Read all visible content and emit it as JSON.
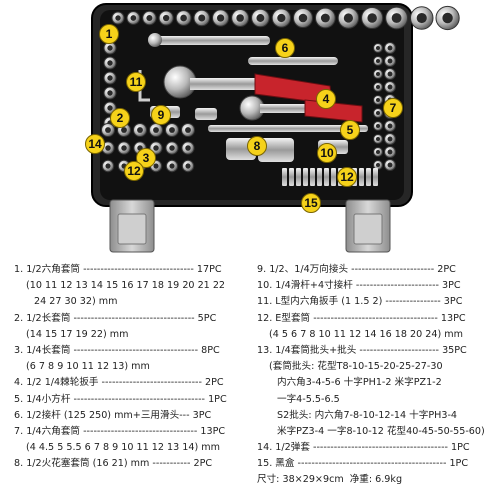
{
  "photo_labels": [
    "1",
    "2",
    "3",
    "4",
    "5",
    "6",
    "7",
    "8",
    "9",
    "10",
    "11",
    "12",
    "12",
    "14",
    "15"
  ],
  "list_left": [
    {
      "type": "item",
      "text": "1. 1/2六角套筒 -------------------------------- 17PC"
    },
    {
      "type": "sub",
      "text": "(10 11 12 13 14 15 16 17 18 19 20 21 22"
    },
    {
      "type": "sub2",
      "text": "24 27 30 32) mm"
    },
    {
      "type": "item",
      "text": "2. 1/2长套筒 ----------------------------------- 5PC"
    },
    {
      "type": "sub",
      "text": "(14 15 17 19 22) mm"
    },
    {
      "type": "item",
      "text": "3. 1/4长套筒 ------------------------------------ 8PC"
    },
    {
      "type": "sub",
      "text": "(6 7 8 9 10 11 12 13) mm"
    },
    {
      "type": "item",
      "text": "4. 1/2 1/4棘轮扳手 ----------------------------- 2PC"
    },
    {
      "type": "item",
      "text": "5. 1/4小方杆 -------------------------------------- 1PC"
    },
    {
      "type": "item",
      "text": "6. 1/2接杆 (125 250) mm+三用滑头--- 3PC"
    },
    {
      "type": "item",
      "text": "7. 1/4六角套筒 --------------------------------- 13PC"
    },
    {
      "type": "sub",
      "text": "(4 4.5 5 5.5 6 7 8 9 10 11 12 13 14) mm"
    },
    {
      "type": "item",
      "text": "8. 1/2火花塞套筒 (16 21) mm ----------- 2PC"
    }
  ],
  "list_right": [
    {
      "type": "item",
      "text": "9. 1/2、1/4万向接头 ------------------------ 2PC"
    },
    {
      "type": "item",
      "text": "10. 1/4滑杆+4寸接杆 ------------------------ 3PC"
    },
    {
      "type": "item",
      "text": "11. L型内六角扳手 (1 1.5 2) ---------------- 3PC"
    },
    {
      "type": "item",
      "text": "12. E型套筒 ------------------------------------ 13PC"
    },
    {
      "type": "sub",
      "text": "(4 5 6 7 8 10 11 12 14 16 18 20 24) mm"
    },
    {
      "type": "item",
      "text": "13. 1/4套筒批头+批头 ----------------------- 35PC"
    },
    {
      "type": "sub",
      "text": "(套筒批头: 花型T8-10-15-20-25-27-30"
    },
    {
      "type": "sub",
      "text": "内六角3-4-5-6 十字PH1-2 米字PZ1-2"
    },
    {
      "type": "sub",
      "text": "一字4-5.5-6.5"
    },
    {
      "type": "sub",
      "text": "S2批头: 内六角7-8-10-12-14 十字PH3-4"
    },
    {
      "type": "sub",
      "text": "米字PZ3-4 一字8-10-12 花型40-45-50-55-60)"
    },
    {
      "type": "item",
      "text": "14. 1/2弹套 --------------------------------------- 1PC"
    },
    {
      "type": "item",
      "text": "15. 黑盒 ------------------------------------------- 1PC"
    },
    {
      "type": "size",
      "label": "尺寸: 38×29×9cm",
      "weight": "净重: 6.9kg"
    }
  ],
  "colors": {
    "case": "#262626",
    "tray": "#111111",
    "chrome": "#c9c9c9",
    "handle_red": "#c8242c",
    "tag": "#f6d21a",
    "latch": "#b5b5b5"
  }
}
